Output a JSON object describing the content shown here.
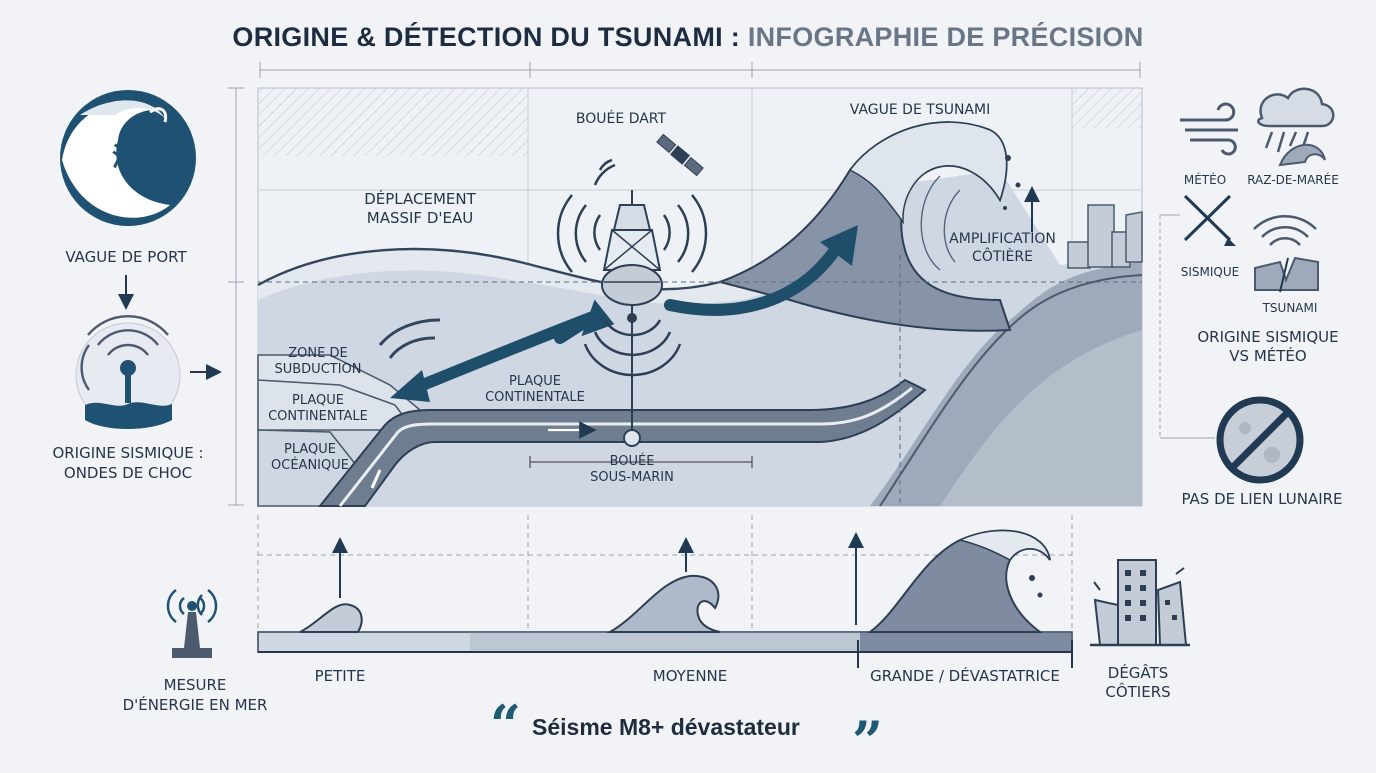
{
  "title": {
    "part1": "ORIGINE & DÉTECTION DU TSUNAMI :",
    "part2": "INFOGRAPHIE DE PRÉCISION"
  },
  "logo": {
    "kanji": "津波",
    "caption": "VAGUE DE PORT"
  },
  "seismic_origin": {
    "line1": "ORIGINE SISMIQUE :",
    "line2": "ONDES DE CHOC"
  },
  "diagram": {
    "buoy_label": "BOUÉE DART",
    "tsunami_wave_label": "VAGUE DE TSUNAMI",
    "water_displacement": {
      "line1": "DÉPLACEMENT",
      "line2": "MASSIF D'EAU"
    },
    "coastal_amplification": {
      "line1": "AMPLIFICATION",
      "line2": "CÔTIÈRE"
    },
    "subduction_zone": {
      "line1": "ZONE DE",
      "line2": "SUBDUCTION"
    },
    "continental_plate_left": {
      "line1": "PLAQUE",
      "line2": "CONTINENTALE"
    },
    "continental_plate_mid": {
      "line1": "PLAQUE",
      "line2": "CONTINENTALE"
    },
    "oceanic_plate": {
      "line1": "PLAQUE",
      "line2": "OCÉANIQUE"
    },
    "seafloor_buoy": {
      "line1": "BOUÉE",
      "line2": "SOUS-MARIN"
    }
  },
  "comparison": {
    "weather": "MÉTÉO",
    "storm_surge": "RAZ-DE-MARÉE",
    "seismic": "SISMIQUE",
    "tsunami": "TSUNAMI",
    "caption": {
      "line1": "ORIGINE SISMIQUE",
      "line2": "VS MÉTÉO"
    }
  },
  "lunar": {
    "caption": "PAS DE LIEN LUNAIRE"
  },
  "scale": {
    "sensor_caption": {
      "line1": "MESURE",
      "line2": "D'ÉNERGIE EN MER"
    },
    "small": "PETITE",
    "medium": "MOYENNE",
    "large": "GRANDE / DÉVASTATRICE",
    "damage": {
      "line1": "DÉGÂTS",
      "line2": "CÔTIERS"
    }
  },
  "quote": {
    "open": "“",
    "text": "Séisme M8+ dévastateur",
    "close": "”"
  },
  "colors": {
    "navy": "#1f4e6b",
    "dark": "#26364a",
    "water_light": "#cfd7e3",
    "water_mid": "#aeb9ca",
    "plate": "#6f7d91"
  }
}
